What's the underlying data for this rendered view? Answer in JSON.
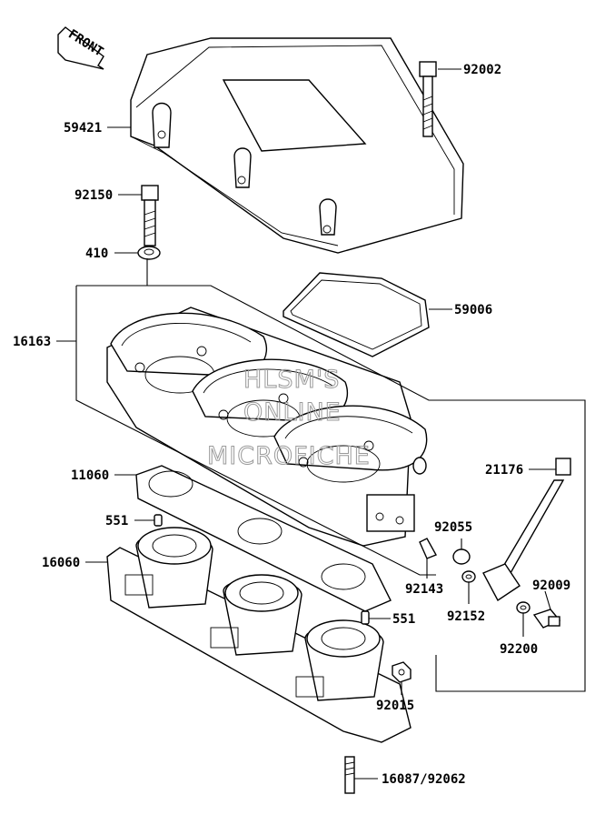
{
  "front_arrow": {
    "label": "FRONT"
  },
  "watermark": {
    "line1": "HLSM'S",
    "line2": "ONLINE",
    "line3": "MICROFICHE"
  },
  "labels": {
    "p92002": "92002",
    "p59421": "59421",
    "p92150": "92150",
    "p410": "410",
    "p59006": "59006",
    "p16163": "16163",
    "p21176": "21176",
    "p11060": "11060",
    "p551a": "551",
    "p92055": "92055",
    "p16060": "16060",
    "p92143": "92143",
    "p92009": "92009",
    "p92152": "92152",
    "p551b": "551",
    "p92200": "92200",
    "p92015": "92015",
    "p16087": "16087/92062"
  }
}
